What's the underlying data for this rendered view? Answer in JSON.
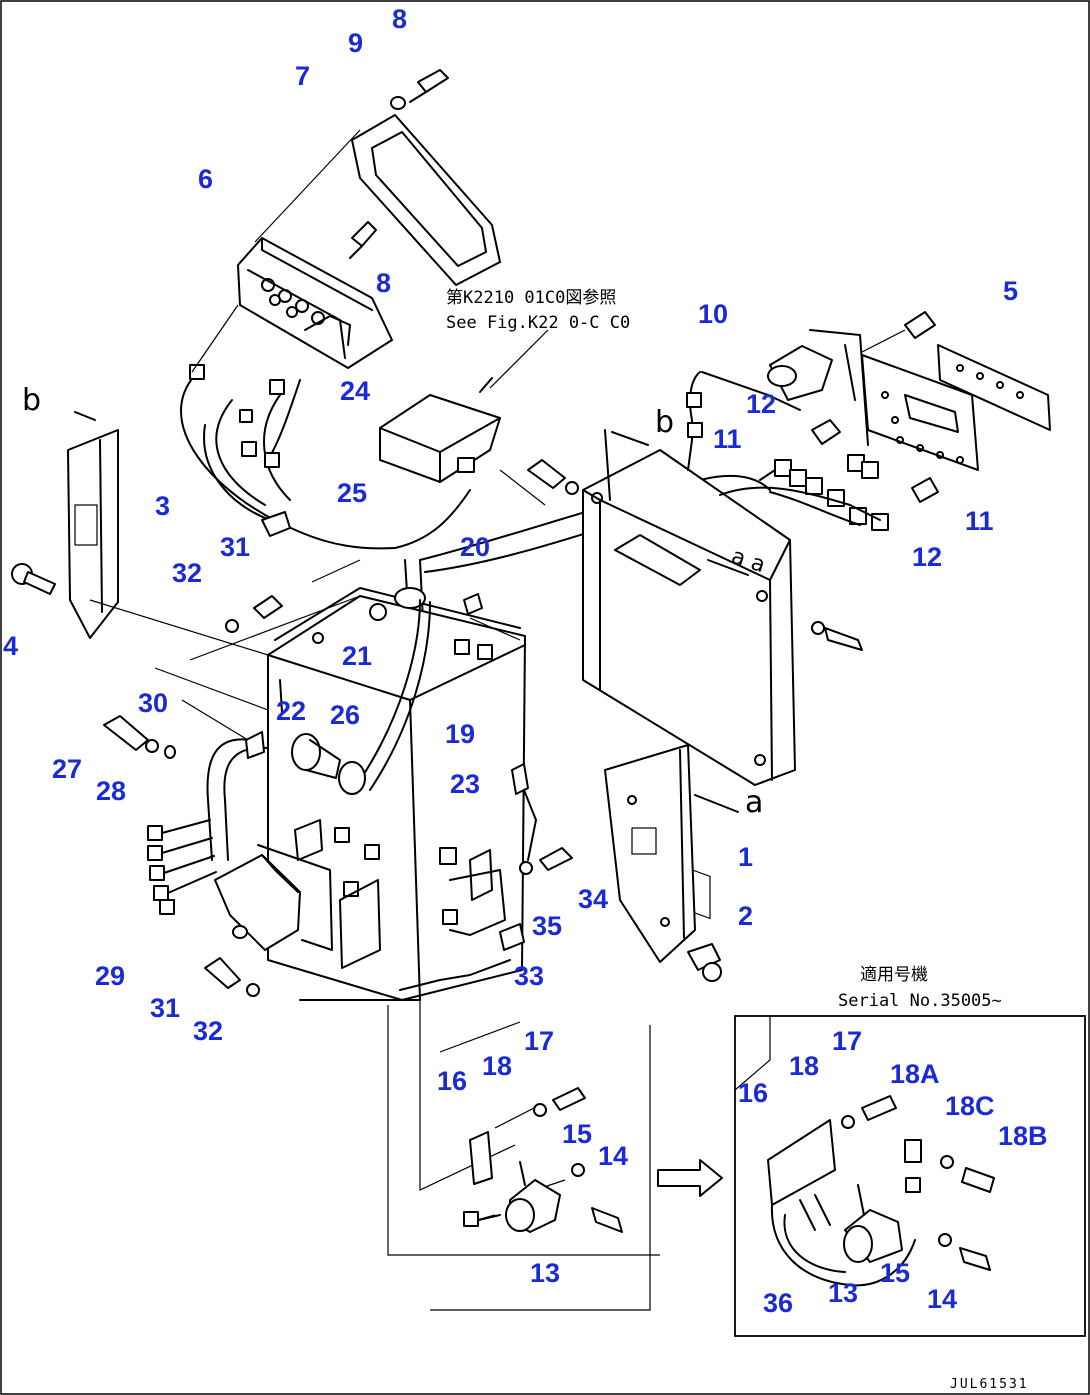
{
  "callouts": [
    {
      "id": "c8a",
      "label": "8"
    },
    {
      "id": "c9",
      "label": "9"
    },
    {
      "id": "c7",
      "label": "7"
    },
    {
      "id": "c6",
      "label": "6"
    },
    {
      "id": "c8b",
      "label": "8"
    },
    {
      "id": "c24",
      "label": "24"
    },
    {
      "id": "c3",
      "label": "3"
    },
    {
      "id": "c4",
      "label": "4"
    },
    {
      "id": "c25",
      "label": "25"
    },
    {
      "id": "c31a",
      "label": "31"
    },
    {
      "id": "c32a",
      "label": "32"
    },
    {
      "id": "c20",
      "label": "20"
    },
    {
      "id": "c21",
      "label": "21"
    },
    {
      "id": "c30",
      "label": "30"
    },
    {
      "id": "c22",
      "label": "22"
    },
    {
      "id": "c26",
      "label": "26"
    },
    {
      "id": "c19",
      "label": "19"
    },
    {
      "id": "c27",
      "label": "27"
    },
    {
      "id": "c28",
      "label": "28"
    },
    {
      "id": "c23",
      "label": "23"
    },
    {
      "id": "c10",
      "label": "10"
    },
    {
      "id": "c5",
      "label": "5"
    },
    {
      "id": "c12a",
      "label": "12"
    },
    {
      "id": "c11a",
      "label": "11"
    },
    {
      "id": "c11b",
      "label": "11"
    },
    {
      "id": "c12b",
      "label": "12"
    },
    {
      "id": "c1",
      "label": "1"
    },
    {
      "id": "c2",
      "label": "2"
    },
    {
      "id": "c34",
      "label": "34"
    },
    {
      "id": "c35",
      "label": "35"
    },
    {
      "id": "c33",
      "label": "33"
    },
    {
      "id": "c29",
      "label": "29"
    },
    {
      "id": "c31b",
      "label": "31"
    },
    {
      "id": "c32b",
      "label": "32"
    },
    {
      "id": "c16a",
      "label": "16"
    },
    {
      "id": "c18a",
      "label": "18"
    },
    {
      "id": "c17a",
      "label": "17"
    },
    {
      "id": "c15a",
      "label": "15"
    },
    {
      "id": "c14a",
      "label": "14"
    },
    {
      "id": "c13a",
      "label": "13"
    },
    {
      "id": "c16b",
      "label": "16"
    },
    {
      "id": "c18b",
      "label": "18"
    },
    {
      "id": "c17b",
      "label": "17"
    },
    {
      "id": "c18A",
      "label": "18A"
    },
    {
      "id": "c18C",
      "label": "18C"
    },
    {
      "id": "c18B",
      "label": "18B"
    },
    {
      "id": "c36",
      "label": "36"
    },
    {
      "id": "c13b",
      "label": "13"
    },
    {
      "id": "c15b",
      "label": "15"
    },
    {
      "id": "c14b",
      "label": "14"
    }
  ],
  "reference_note": {
    "line1": "第K2210 01C0図参照",
    "line2": "See Fig.K22 0-C C0"
  },
  "serial_note": {
    "line1": "適用号機",
    "line2": "Serial No.35005~"
  },
  "view_letters": {
    "b_left": "b",
    "b_right": "b",
    "a_bottom": "a",
    "a_right": "a a"
  },
  "drawing_code": "JUL61531"
}
